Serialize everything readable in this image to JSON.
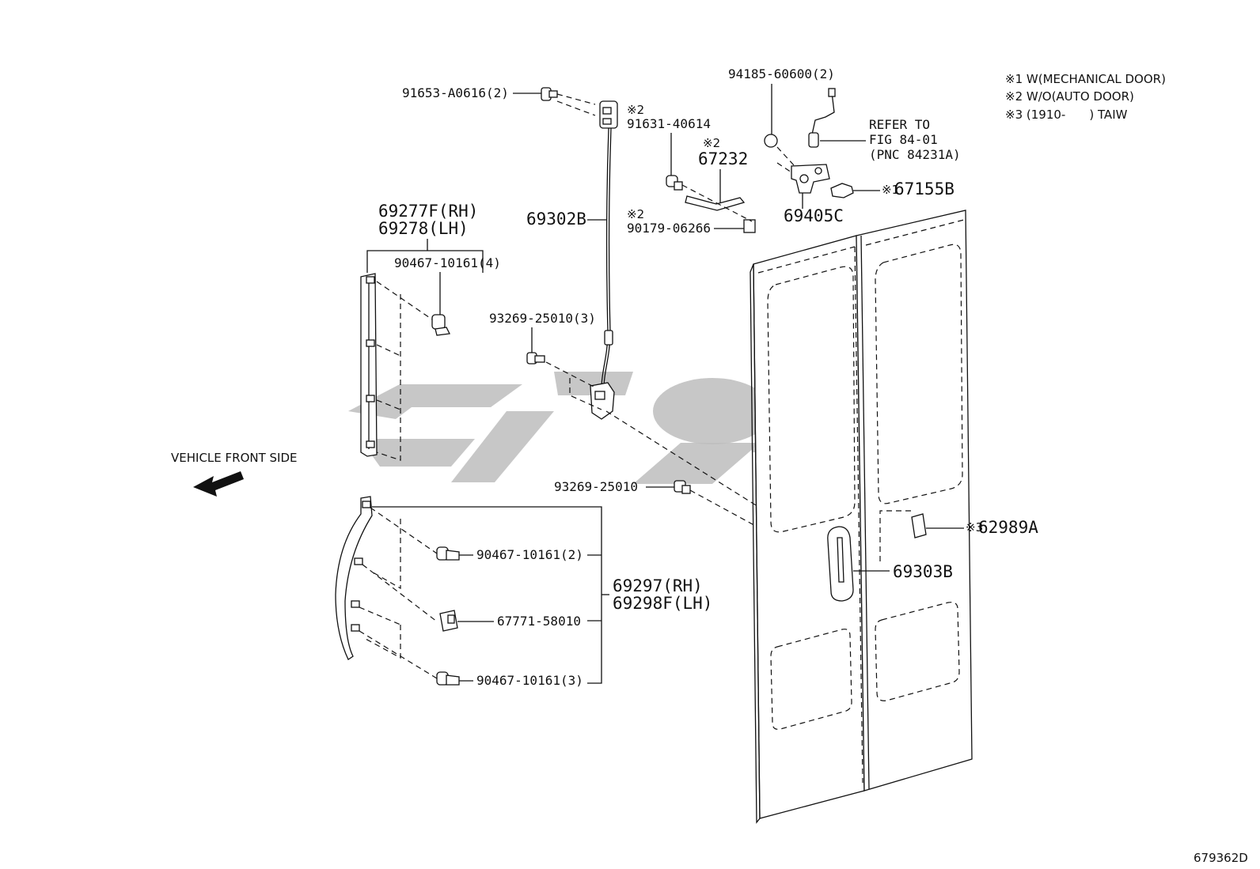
{
  "notes": [
    "※1 W(MECHANICAL DOOR)",
    "※2 W/O(AUTO DOOR)",
    "※3 (1910-　　) TAIW"
  ],
  "refer": [
    "REFER TO",
    "FIG 84-01",
    "(PNC 84231A)"
  ],
  "direction_label": "VEHICLE FRONT SIDE",
  "figure_code": "679362D",
  "callouts": {
    "c91653": "91653-A0616(2)",
    "c91631_mark": "※2",
    "c91631": "91631-40614",
    "c67232_mark": "※2",
    "c67232": "67232",
    "c90179_mark": "※2",
    "c90179": "90179-06266",
    "c94185": "94185-60600(2)",
    "c67155_mark": "※1",
    "c67155": "67155B",
    "c69405": "69405C",
    "c69302": "69302B",
    "c69277": "69277F(RH)",
    "c69278": "69278(LH)",
    "c90467_4": "90467-10161(4)",
    "c93269_3": "93269-25010(3)",
    "c93269": "93269-25010",
    "c62989_mark": "※3",
    "c62989": "62989A",
    "c69303": "69303B",
    "c90467_2": "90467-10161(2)",
    "c67771": "67771-58010",
    "c90467_3": "90467-10161(3)",
    "c69297": "69297(RH)",
    "c69298": "69298F(LH)"
  }
}
